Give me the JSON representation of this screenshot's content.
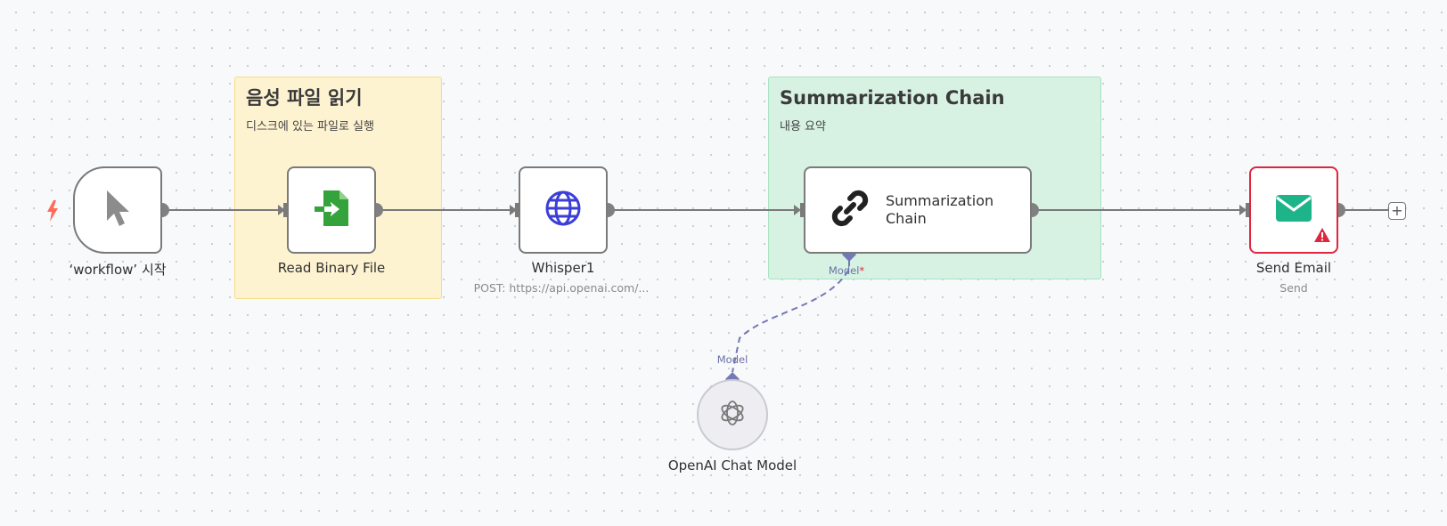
{
  "sticky_notes": [
    {
      "title": "음성 파일 읽기",
      "body": "디스크에 있는 파일로 실행"
    },
    {
      "title": "Summarization Chain",
      "body": "내용 요약"
    }
  ],
  "nodes": {
    "trigger": {
      "label": "‘workflow’ 시작",
      "icon": "cursor-pointer-icon"
    },
    "read_binary": {
      "label": "Read Binary File",
      "icon": "file-import-icon"
    },
    "whisper": {
      "label": "Whisper1",
      "subtitle": "POST: https://api.openai.com/...",
      "icon": "globe-icon"
    },
    "summarization": {
      "title": "Summarization Chain",
      "icon": "link-chain-icon",
      "port_label": "Model",
      "port_required_mark": "*"
    },
    "send_email": {
      "label": "Send Email",
      "subtitle": "Send",
      "icon": "envelope-icon",
      "status": "warning"
    },
    "openai": {
      "label": "OpenAI Chat Model",
      "port_label": "Model",
      "icon": "openai-logo-icon"
    }
  },
  "add_button": "+",
  "colors": {
    "trigger_bolt": "#ff6d5a",
    "file_icon": "#35a33b",
    "globe_icon": "#3b3fd8",
    "email_icon": "#1eb48a",
    "error_border": "#e0263f",
    "model_connection": "#7478b6",
    "sticky_yellow": "#fef3d1",
    "sticky_green": "#d7f2e3"
  }
}
